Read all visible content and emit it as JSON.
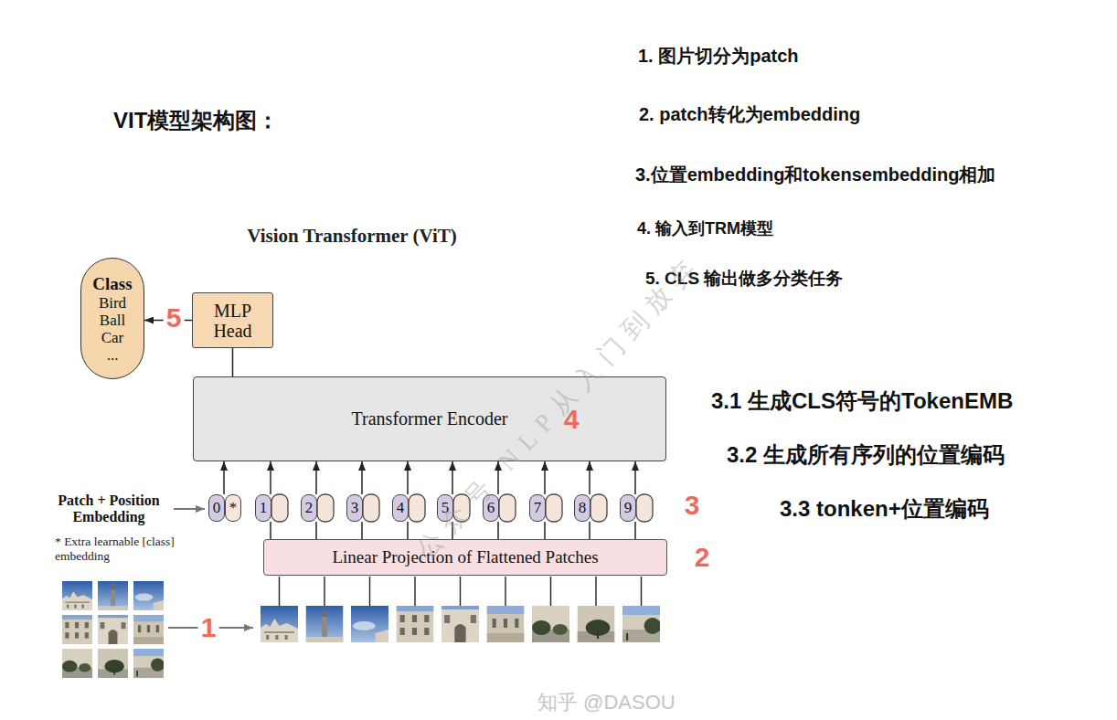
{
  "diagram": {
    "title": "VIT模型架构图：",
    "nodes": [
      {
        "text": [
          "Class",
          "Bird",
          "Ball",
          "Car",
          "..."
        ]
      },
      {
        "text": [
          "MLP Head"
        ]
      },
      {
        "text": [
          "Transformer Encoder"
        ]
      },
      {
        "text": [
          "0"
        ]
      },
      {
        "text": [
          "*"
        ]
      },
      {
        "text": [
          "1"
        ]
      },
      {
        "text": [
          "2"
        ]
      },
      {
        "text": [
          "3"
        ]
      },
      {
        "text": [
          "4"
        ]
      },
      {
        "text": [
          "5"
        ]
      },
      {
        "text": [
          "6"
        ]
      },
      {
        "text": [
          "7"
        ]
      },
      {
        "text": [
          "8"
        ]
      },
      {
        "text": [
          "9"
        ]
      },
      {
        "text": [
          "Linear Projection of Flattened Patches"
        ]
      }
    ],
    "edges": [
      {
        "from": 1,
        "to": 0,
        "arrow": "to"
      },
      {
        "from": 2,
        "to": 1,
        "arrow": "none"
      },
      {
        "from": 3,
        "to": 2,
        "arrow": "to"
      },
      {
        "from": 5,
        "to": 2,
        "arrow": "to"
      },
      {
        "from": 6,
        "to": 2,
        "arrow": "to"
      },
      {
        "from": 7,
        "to": 2,
        "arrow": "to"
      },
      {
        "from": 8,
        "to": 2,
        "arrow": "to"
      },
      {
        "from": 9,
        "to": 2,
        "arrow": "to"
      },
      {
        "from": 10,
        "to": 2,
        "arrow": "to"
      },
      {
        "from": 11,
        "to": 2,
        "arrow": "to"
      },
      {
        "from": 12,
        "to": 2,
        "arrow": "to"
      },
      {
        "from": 13,
        "to": 2,
        "arrow": "to"
      },
      {
        "from": 14,
        "to": 5,
        "arrow": "none"
      },
      {
        "from": 14,
        "to": 6,
        "arrow": "none"
      },
      {
        "from": 14,
        "to": 7,
        "arrow": "none"
      },
      {
        "from": 14,
        "to": 8,
        "arrow": "none"
      },
      {
        "from": 14,
        "to": 9,
        "arrow": "none"
      },
      {
        "from": 14,
        "to": 10,
        "arrow": "none"
      },
      {
        "from": 14,
        "to": 11,
        "arrow": "none"
      },
      {
        "from": 14,
        "to": 12,
        "arrow": "none"
      },
      {
        "from": 14,
        "to": 13,
        "arrow": "none"
      }
    ],
    "labels": [
      "1. 图片切分为patch",
      "2. patch转化为embedding",
      "3.位置embedding和tokensembedding相加",
      "4. 输入到TRM模型",
      "5. CLS 输出做多分类任务",
      "3.1 生成CLS符号的TokenEMB",
      "3.2 生成所有序列的位置编码",
      "3.3 tonken+位置编码",
      "Vision Transformer (ViT)",
      "5",
      "4",
      "Patch + Position Embedding",
      "* Extra learnable [class] embedding",
      "3",
      "2",
      "1",
      "公众号 NLP从入门到放弃",
      "知乎 @DASOU"
    ]
  }
}
